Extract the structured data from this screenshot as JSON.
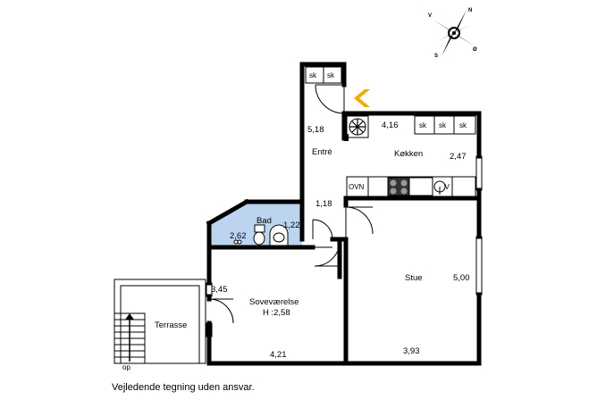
{
  "compass": {
    "n": "N",
    "v": "V",
    "s": "S",
    "o": "Ø"
  },
  "rooms": {
    "entre": {
      "name": "Entré",
      "dim": "5,18"
    },
    "kokken": {
      "name": "Køkken",
      "dim_w": "4,16",
      "dim_h": "2,47"
    },
    "bad": {
      "name": "Bad",
      "dim_w": "1,22",
      "dim_h": "2,62"
    },
    "hall_small": {
      "dim": "1,18"
    },
    "sovevaerelse": {
      "name": "Soveværelse",
      "height": "H :2,58",
      "dim_w": "4,21",
      "dim_h": "3,45"
    },
    "stue": {
      "name": "Stue",
      "dim_w": "3,93",
      "dim_h": "5,00"
    },
    "terrasse": {
      "name": "Terrasse",
      "stair": "op"
    }
  },
  "fixtures": {
    "closet1": "sk",
    "closet2": "sk",
    "kitchen_cab1": "sk",
    "kitchen_cab2": "sk",
    "kitchen_cab3": "sk",
    "oven": "OVN",
    "dishwasher": "OPV"
  },
  "colors": {
    "bath_fill": "#bcd4f0",
    "entrance_arrow": "#f5a800",
    "wall": "#000000"
  },
  "disclaimer": "Vejledende tegning uden ansvar."
}
